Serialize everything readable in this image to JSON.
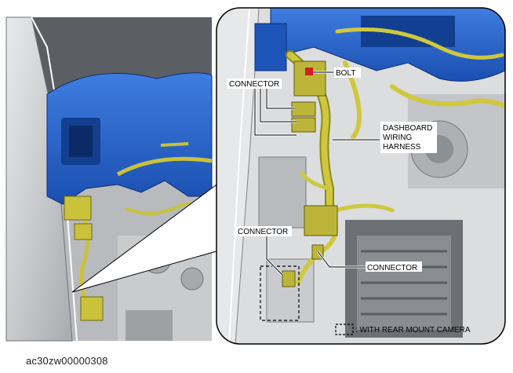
{
  "callouts": {
    "connector_top": "CONNECTOR",
    "bolt": "BOLT",
    "harness": [
      "DASHBOARD",
      "WIRING",
      "HARNESS"
    ],
    "connector_left": "CONNECTOR",
    "connector_right": "CONNECTOR"
  },
  "legend": {
    "text": ": WITH REAR MOUNT CAMERA"
  },
  "figure_id": "ac30zw00000308",
  "colors": {
    "dash_blue": "#1f5fc4",
    "dash_blue_dark": "#123f8f",
    "harness_yellow": "#c9c23a",
    "harness_dark": "#8c8a1c",
    "metal_gray": "#c4c6c8",
    "metal_dark": "#7c7f83",
    "bolt_red": "#d22020"
  }
}
